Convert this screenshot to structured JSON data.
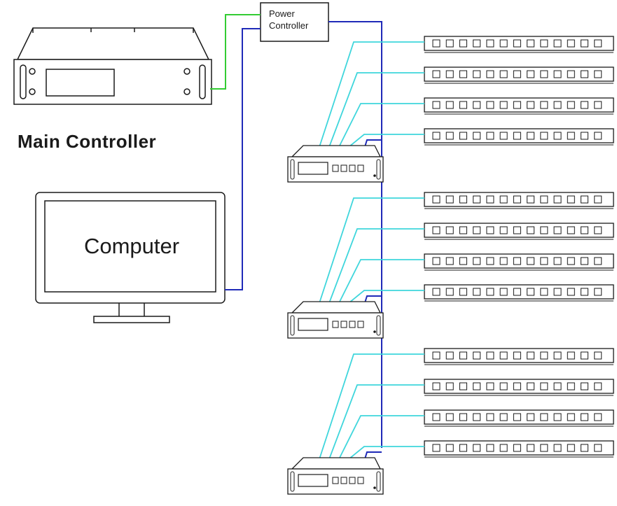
{
  "labels": {
    "main_controller": "Main Controller",
    "computer": "Computer",
    "power_controller_line1": "Power",
    "power_controller_line2": "Controller"
  },
  "colors": {
    "stroke": "#1a1a1a",
    "link_green": "#33cc33",
    "link_blue": "#1f2ab8",
    "link_cyan": "#3fd6dc"
  },
  "icons": {
    "main_controller": "rack-controller-icon",
    "computer": "monitor-icon",
    "power_controller": "box",
    "decoder": "decoder-icon",
    "light_bar": "led-bar-icon"
  },
  "layout_counts": {
    "decoders": 3,
    "bars_per_decoder": 4,
    "leds_per_bar": 13
  }
}
